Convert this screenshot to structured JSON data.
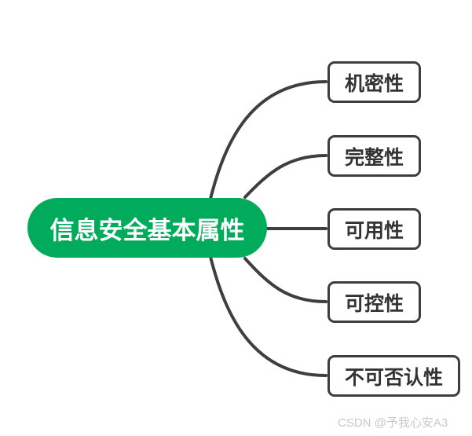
{
  "root": {
    "label": "信息安全基本属性"
  },
  "branches": [
    {
      "label": "机密性"
    },
    {
      "label": "完整性"
    },
    {
      "label": "可用性"
    },
    {
      "label": "可控性"
    },
    {
      "label": "不可否认性"
    }
  ],
  "watermark": "CSDN @予我心安A3",
  "colors": {
    "root_fill": "#00ab5b",
    "root_text": "#ffffff",
    "line_color": "#3f3f3f",
    "box_border": "#3d3d3d",
    "box_fill": "#ffffff",
    "box_text": "#333333",
    "watermark_color": "#c9c9c9",
    "bg": "#ffffff"
  }
}
